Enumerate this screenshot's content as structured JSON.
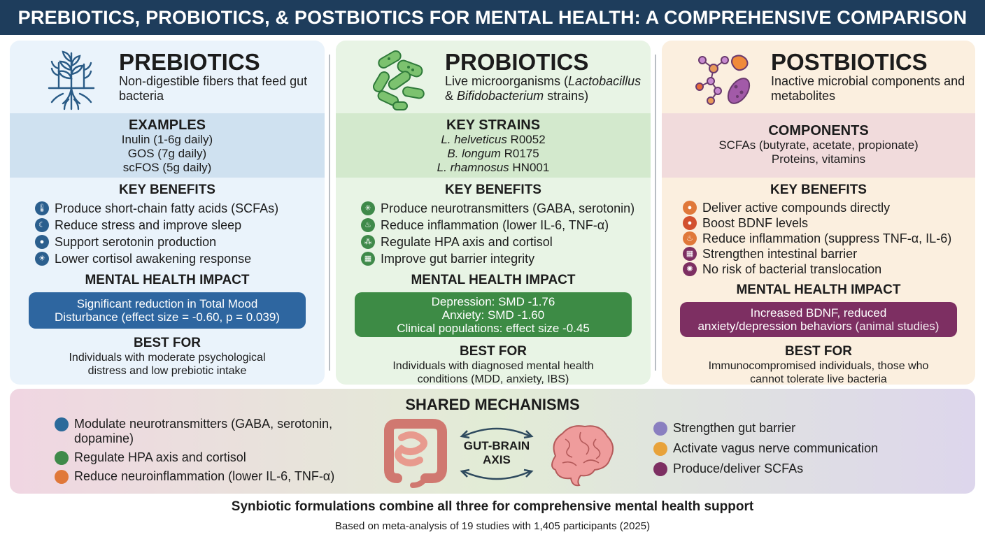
{
  "title": "PREBIOTICS, PROBIOTICS, & POSTBIOTICS FOR MENTAL HEALTH: A COMPREHENSIVE COMPARISON",
  "prebiotics": {
    "title": "PREBIOTICS",
    "subtitle": "Non-digestible fibers that feed gut bacteria",
    "icon": "plant-roots-icon",
    "examples_heading": "EXAMPLES",
    "examples": [
      "Inulin (1-6g daily)",
      "GOS (7g daily)",
      "scFOS (5g daily)"
    ],
    "benefits_heading": "KEY BENEFITS",
    "benefits": [
      {
        "text": "Produce short-chain fatty acids (SCFAs)",
        "icon": "thermometer-icon"
      },
      {
        "text": "Reduce stress and improve sleep",
        "icon": "moon-icon"
      },
      {
        "text": "Support serotonin production",
        "icon": "pill-icon"
      },
      {
        "text": "Lower cortisol awakening response",
        "icon": "sunrise-icon"
      }
    ],
    "impact_heading": "MENTAL HEALTH IMPACT",
    "impact": [
      "Significant reduction in Total Mood",
      "Disturbance (effect size = -0.60, p = 0.039)"
    ],
    "best_heading": "BEST FOR",
    "best_for": [
      "Individuals with moderate psychological",
      "distress and low prebiotic intake"
    ],
    "accent": "#2e66a0"
  },
  "probiotics": {
    "title": "PROBIOTICS",
    "subtitle_plain": "Live microorganisms (",
    "subtitle_italic1": "Lactobacillus",
    "subtitle_amp": "& ",
    "subtitle_italic2": "Bifidobacterium",
    "subtitle_tail": " strains)",
    "icon": "bacteria-icon",
    "strains_heading": "KEY STRAINS",
    "strains": [
      {
        "genus": "L. helveticus",
        "code": " R0052"
      },
      {
        "genus": "B. longum",
        "code": " R0175"
      },
      {
        "genus": "L. rhamnosus",
        "code": " HN001"
      }
    ],
    "benefits_heading": "KEY BENEFITS",
    "benefits": [
      {
        "text": "Produce neurotransmitters (GABA, serotonin)",
        "icon": "neuron-icon"
      },
      {
        "text": "Reduce inflammation (lower IL-6, TNF-α)",
        "icon": "flame-icon"
      },
      {
        "text": "Regulate HPA axis and cortisol",
        "icon": "network-icon"
      },
      {
        "text": "Improve gut barrier integrity",
        "icon": "barrier-icon"
      }
    ],
    "impact_heading": "MENTAL HEALTH IMPACT",
    "impact": [
      "Depression: SMD -1.76",
      "Anxiety: SMD -1.60",
      "Clinical populations: effect size -0.45"
    ],
    "best_heading": "BEST FOR",
    "best_for": [
      "Individuals with diagnosed mental health",
      "conditions (MDD, anxiety, IBS)"
    ],
    "accent": "#3d8b45"
  },
  "postbiotics": {
    "title": "POSTBIOTICS",
    "subtitle": "Inactive microbial components and metabolites",
    "icon": "molecules-icon",
    "components_heading": "COMPONENTS",
    "components": [
      "SCFAs (butyrate, acetate, propionate)",
      "Proteins, vitamins"
    ],
    "benefits_heading": "KEY BENEFITS",
    "benefits": [
      {
        "text": "Deliver active compounds directly",
        "icon": "capsule-icon",
        "color": "#e0783a"
      },
      {
        "text": "Boost BDNF levels",
        "icon": "brain-icon",
        "color": "#d2502f"
      },
      {
        "text": "Reduce inflammation (suppress TNF-α, IL-6)",
        "icon": "flame-icon",
        "color": "#e0783a"
      },
      {
        "text": "Strengthen intestinal barrier",
        "icon": "wall-icon",
        "color": "#7d2f62"
      },
      {
        "text": "No risk of bacterial translocation",
        "icon": "virus-icon",
        "color": "#7d2f62"
      }
    ],
    "impact_heading": "MENTAL HEALTH IMPACT",
    "impact1": "Increased BDNF, reduced",
    "impact2": "anxiety/depression behaviors",
    "impact2_tail": " (animal studies)",
    "best_heading": "BEST FOR",
    "best_for": [
      "Immunocompromised individuals, those who",
      "cannot tolerate live bacteria"
    ],
    "accent": "#7d2f62"
  },
  "shared": {
    "heading": "SHARED MECHANISMS",
    "left": [
      {
        "text": "Modulate neurotransmitters (GABA, serotonin, dopamine)",
        "icon": "neuron-icon",
        "color": "#2b6a9a"
      },
      {
        "text": "Regulate HPA axis and cortisol",
        "icon": "network-icon",
        "color": "#3f8a4a"
      },
      {
        "text": "Reduce neuroinflammation (lower IL-6, TNF-α)",
        "icon": "flame-icon",
        "color": "#e0783a"
      }
    ],
    "axis_label": [
      "GUT-BRAIN",
      "AXIS"
    ],
    "right": [
      {
        "text": "Strengthen gut barrier",
        "icon": "wall-icon",
        "color": "#8a7fc0"
      },
      {
        "text": "Activate vagus nerve communication",
        "icon": "key-icon",
        "color": "#e8a23a"
      },
      {
        "text": "Produce/deliver SCFAs",
        "icon": "molecule-icon",
        "color": "#7d2f62"
      }
    ]
  },
  "footer": {
    "line1": "Synbiotic formulations combine all three for comprehensive mental health support",
    "line2": "Based on meta-analysis of 19 studies with 1,405 participants (2025)"
  }
}
